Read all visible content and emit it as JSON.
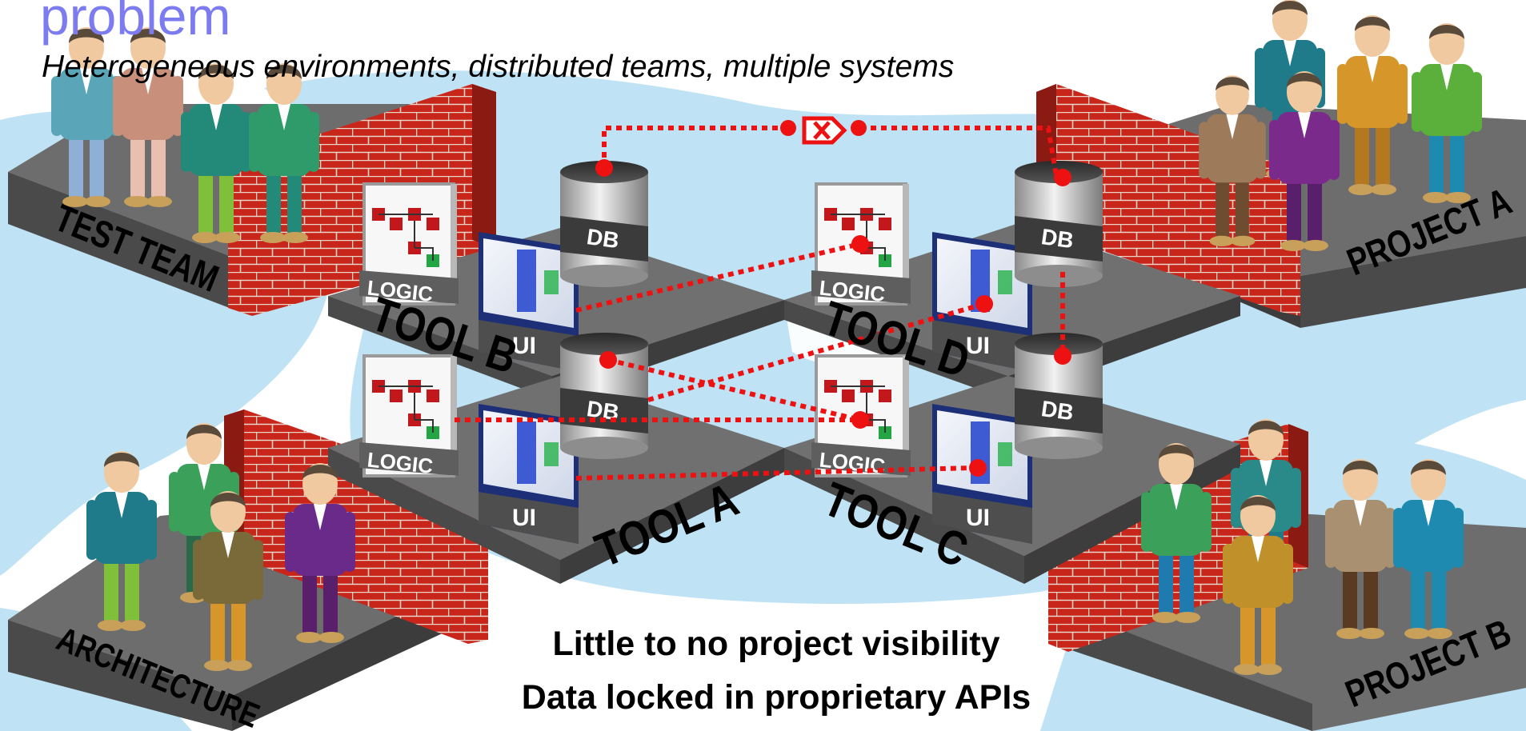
{
  "header": {
    "title": "problem",
    "subtitle": "Heterogeneous environments, distributed teams, multiple systems"
  },
  "teams": {
    "test_team": "TEST TEAM",
    "architecture": "ARCHITECTURE",
    "project_a": "PROJECT A",
    "project_b": "PROJECT B"
  },
  "tools": {
    "tool_a": {
      "label": "TOOL A",
      "logic": "LOGIC",
      "ui": "UI",
      "db": "DB"
    },
    "tool_b": {
      "label": "TOOL B",
      "logic": "LOGIC",
      "ui": "UI",
      "db": "DB"
    },
    "tool_c": {
      "label": "TOOL C",
      "logic": "LOGIC",
      "ui": "UI",
      "db": "DB"
    },
    "tool_d": {
      "label": "TOOL D",
      "logic": "LOGIC",
      "ui": "UI",
      "db": "DB"
    }
  },
  "captions": {
    "line1": "Little to no project visibility",
    "line2": "Data locked in proprietary APIs"
  },
  "colors": {
    "title": "#7c7cf0",
    "connector": "#ee1111",
    "brick": "#c8261b",
    "platform_top": "#6f6f6f",
    "platform_side": "#4a4a4a",
    "map_land": "#ffffff",
    "map_water": "#bfe3f4"
  }
}
